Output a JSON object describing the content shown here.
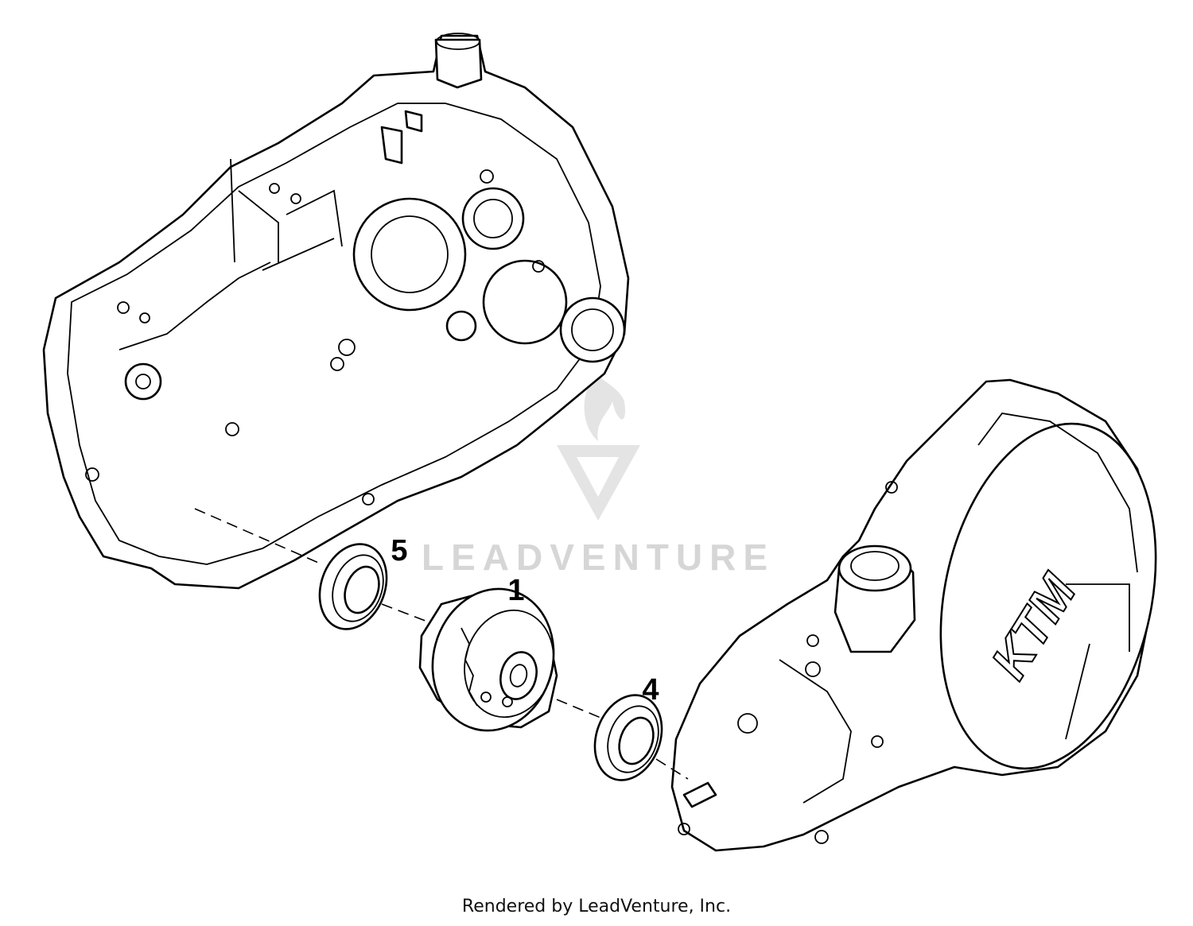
{
  "diagram": {
    "callouts": [
      {
        "id": "callout-5",
        "label": "5"
      },
      {
        "id": "callout-1",
        "label": "1"
      },
      {
        "id": "callout-4",
        "label": "4"
      }
    ],
    "cover_logo": "KTM",
    "watermark": "LEADVENTURE",
    "footer": "Rendered by LeadVenture, Inc."
  },
  "colors": {
    "line": "#000000",
    "background": "#ffffff",
    "watermark": "#d6d6d6"
  }
}
